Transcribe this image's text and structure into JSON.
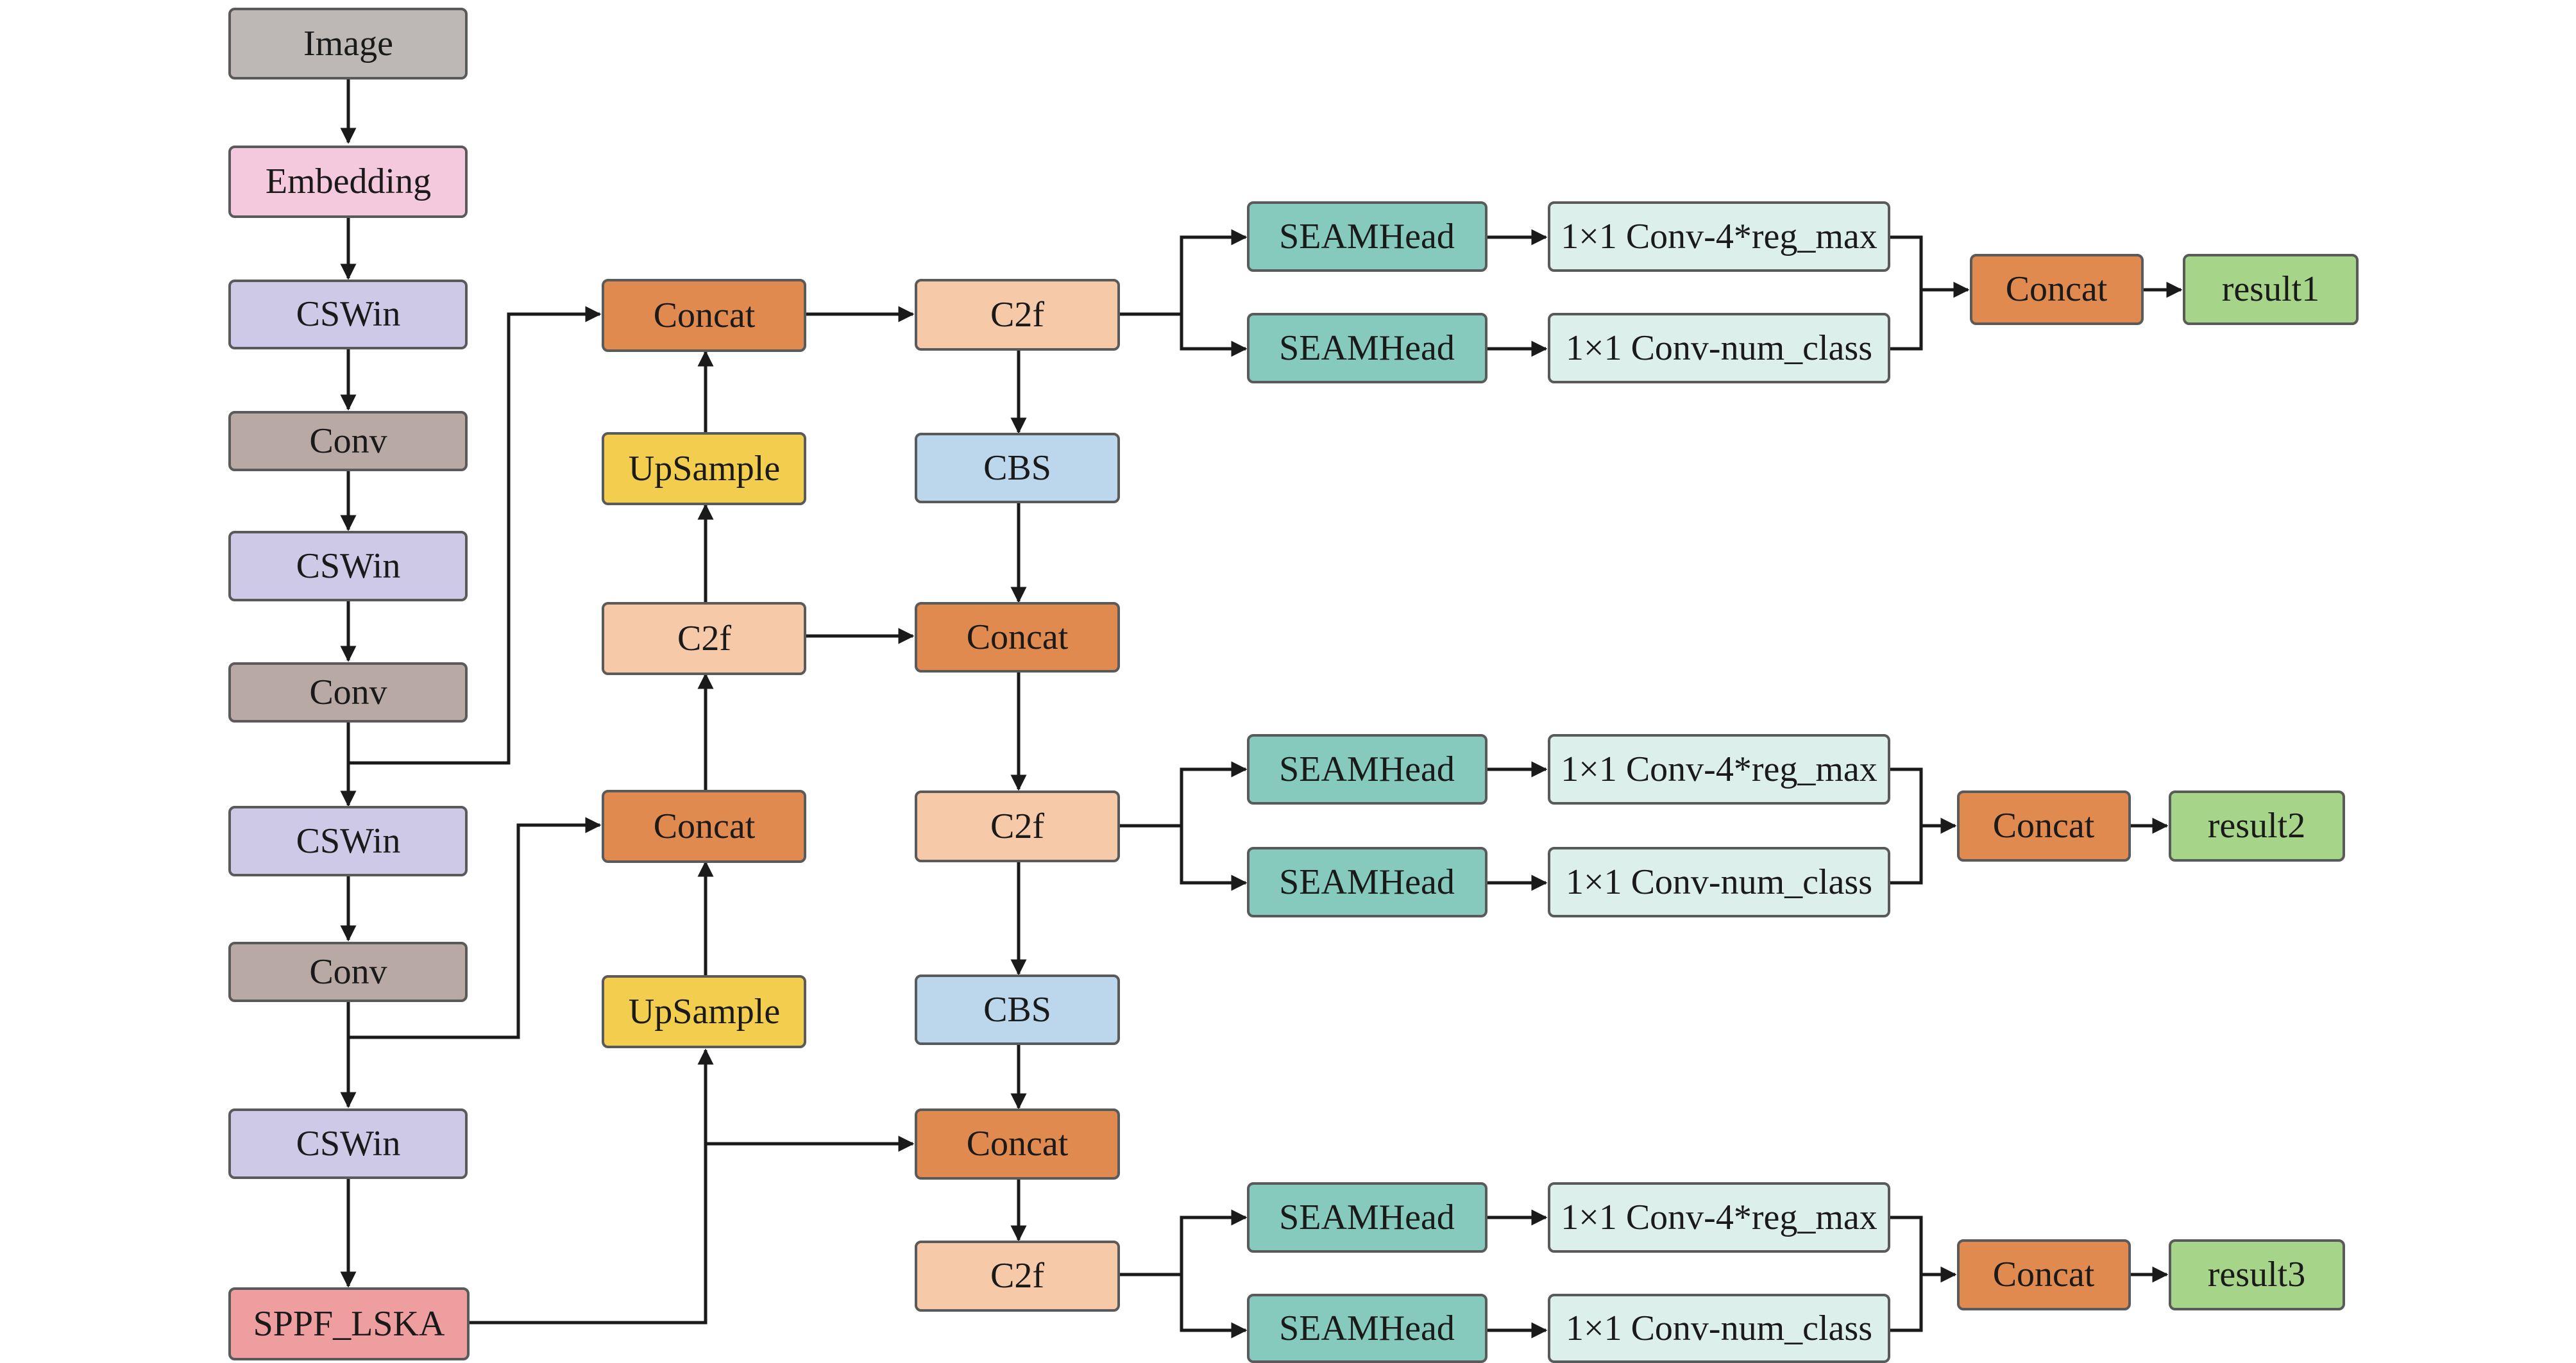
{
  "colors": {
    "image": "#bdb8b6",
    "embedding": "#f5c9dd",
    "cswin": "#cdc9e6",
    "conv": "#b8a9a5",
    "sppf": "#ef9ea0",
    "concat": "#e08a50",
    "upsample": "#f2cd4e",
    "c2f": "#f6c9a8",
    "cbs": "#bcd6ec",
    "seamhead": "#86c9bd",
    "conv1x1": "#dcefea",
    "result": "#a6d58a",
    "line": "#1a1a1a",
    "border": "#5a5a5a"
  },
  "nodes": {
    "image": "Image",
    "embedding": "Embedding",
    "cswin1": "CSWin",
    "conv1": "Conv",
    "cswin2": "CSWin",
    "conv2": "Conv",
    "cswin3": "CSWin",
    "conv3": "Conv",
    "cswin4": "CSWin",
    "sppf": "SPPF_LSKA",
    "neck_concat1": "Concat",
    "neck_upsample1": "UpSample",
    "neck_c2f1": "C2f",
    "neck_concat2": "Concat",
    "neck_upsample2": "UpSample",
    "pan_c2f1": "C2f",
    "pan_cbs1": "CBS",
    "pan_concat1": "Concat",
    "pan_c2f2": "C2f",
    "pan_cbs2": "CBS",
    "pan_concat2": "Concat",
    "pan_c2f3": "C2f",
    "head1_seam_a": "SEAMHead",
    "head1_seam_b": "SEAMHead",
    "head1_reg": "1×1 Conv-4*reg_max",
    "head1_cls": "1×1 Conv-num_class",
    "head1_concat": "Concat",
    "result1": "result1",
    "head2_seam_a": "SEAMHead",
    "head2_seam_b": "SEAMHead",
    "head2_reg": "1×1 Conv-4*reg_max",
    "head2_cls": "1×1 Conv-num_class",
    "head2_concat": "Concat",
    "result2": "result2",
    "head3_seam_a": "SEAMHead",
    "head3_seam_b": "SEAMHead",
    "head3_reg": "1×1 Conv-4*reg_max",
    "head3_cls": "1×1 Conv-num_class",
    "head3_concat": "Concat",
    "result3": "result3"
  }
}
